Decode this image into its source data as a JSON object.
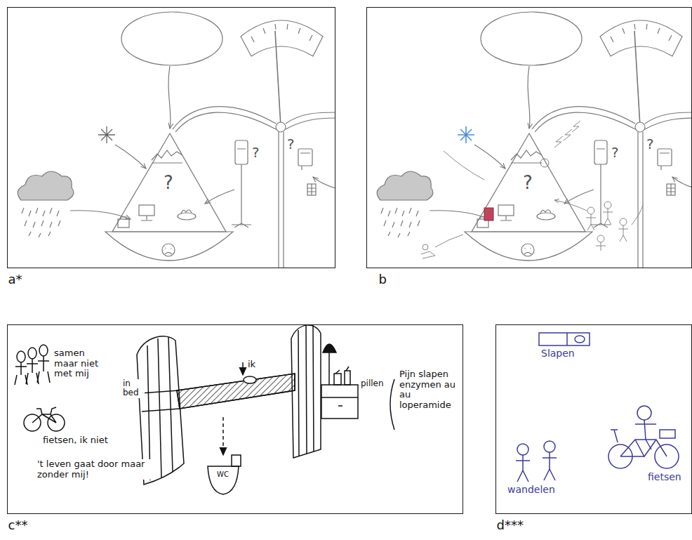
{
  "diagram": {
    "nodes": [
      {
        "text": [
          "a*"
        ]
      },
      {
        "text": [
          "b"
        ]
      },
      {
        "text": [
          "c**"
        ]
      },
      {
        "text": [
          "d***"
        ]
      }
    ],
    "labels": [
      "?",
      "?",
      "?",
      "?",
      "?",
      "?",
      "samen maar niet met mij",
      "fietsen, ik niet",
      "in bed",
      "ik",
      "pillen",
      "Pijn slapen enzymen au au loperamide",
      "'t leven gaat door maar zonder mij!",
      "WC",
      "Slapen",
      "wandelen",
      "fietsen"
    ]
  }
}
